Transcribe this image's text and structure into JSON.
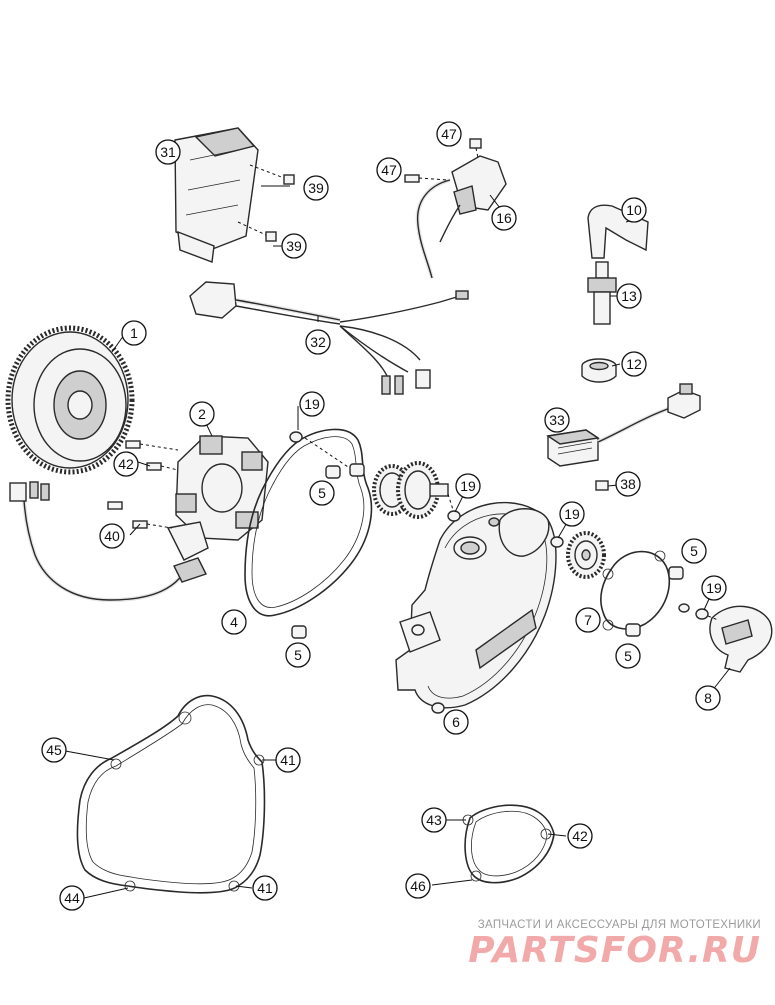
{
  "callouts": {
    "c1": "1",
    "c2": "2",
    "c4": "4",
    "c5a": "5",
    "c5b": "5",
    "c5c": "5",
    "c5d": "5",
    "c6": "6",
    "c7": "7",
    "c8": "8",
    "c10": "10",
    "c12": "12",
    "c13": "13",
    "c16": "16",
    "c19a": "19",
    "c19b": "19",
    "c19c": "19",
    "c19d": "19",
    "c31": "31",
    "c32": "32",
    "c33": "33",
    "c38": "38",
    "c39a": "39",
    "c39b": "39",
    "c40": "40",
    "c41a": "41",
    "c41b": "41",
    "c42a": "42",
    "c42b": "42",
    "c43": "43",
    "c44": "44",
    "c45": "45",
    "c46": "46",
    "c47a": "47",
    "c47b": "47"
  },
  "watermark": {
    "caption": "ЗАПЧАСТИ И АКСЕССУАРЫ ДЛЯ МОТОТЕХНИКИ",
    "logo": "PARTSFOR.RU"
  }
}
